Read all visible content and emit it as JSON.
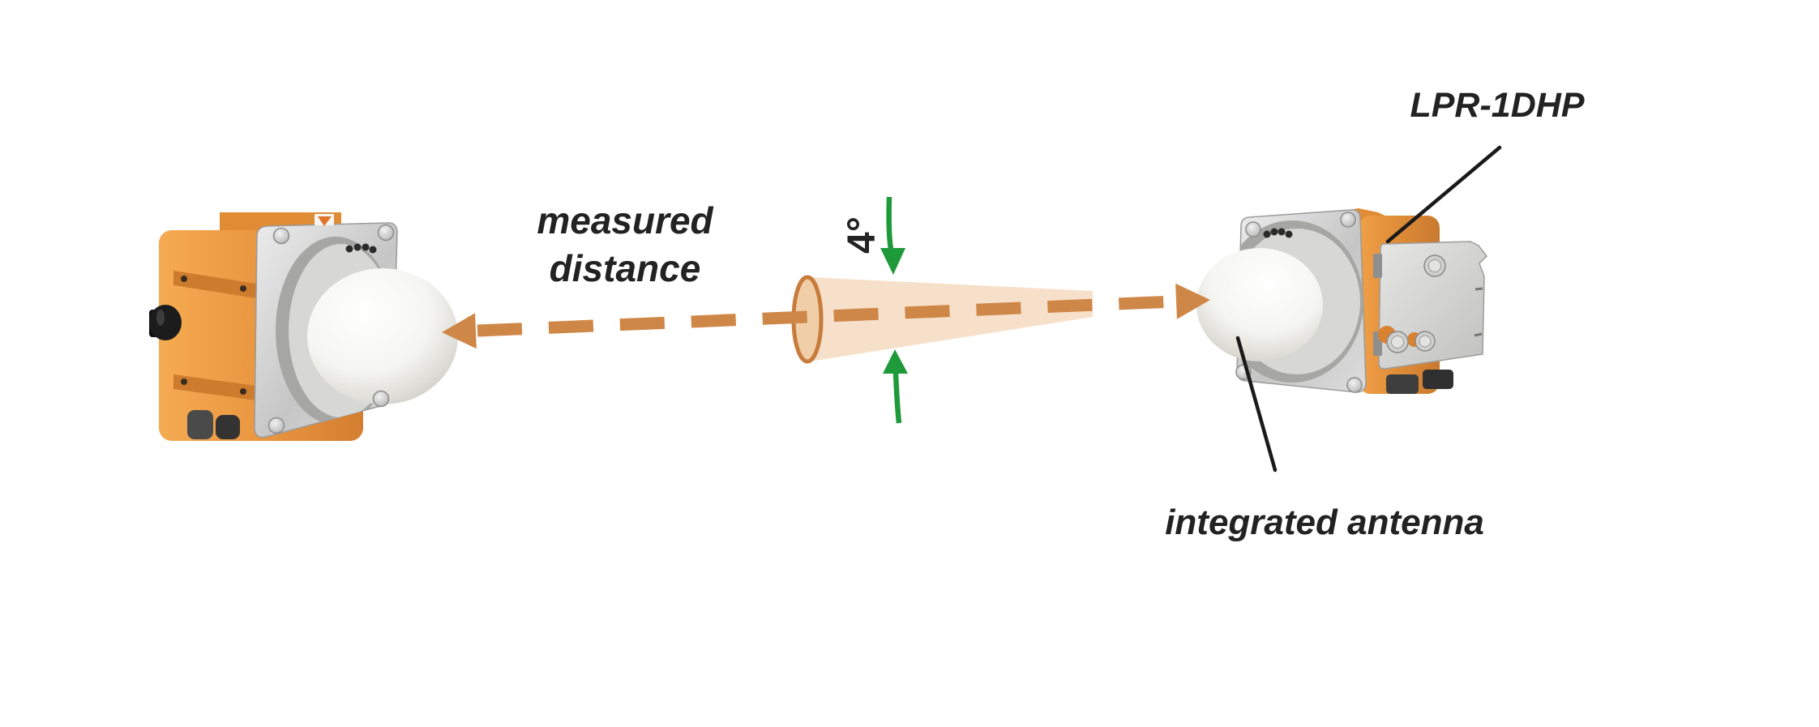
{
  "diagram": {
    "labels": {
      "measured_distance_line1": "measured",
      "measured_distance_line2": "distance",
      "beam_angle": "4°",
      "device_model": "LPR-1DHP",
      "antenna": "integrated antenna"
    },
    "colors": {
      "arrow-orange": "#cf8748",
      "beam-fill": "#f6e0c9",
      "beam-ellipse-fill": "#f0cfa8",
      "beam-outline": "#c87c3c",
      "angle-green": "#1f9a3a",
      "device-orange": "#e6913c",
      "text-color": "#222222",
      "leader-line": "#1a1a1a"
    }
  }
}
